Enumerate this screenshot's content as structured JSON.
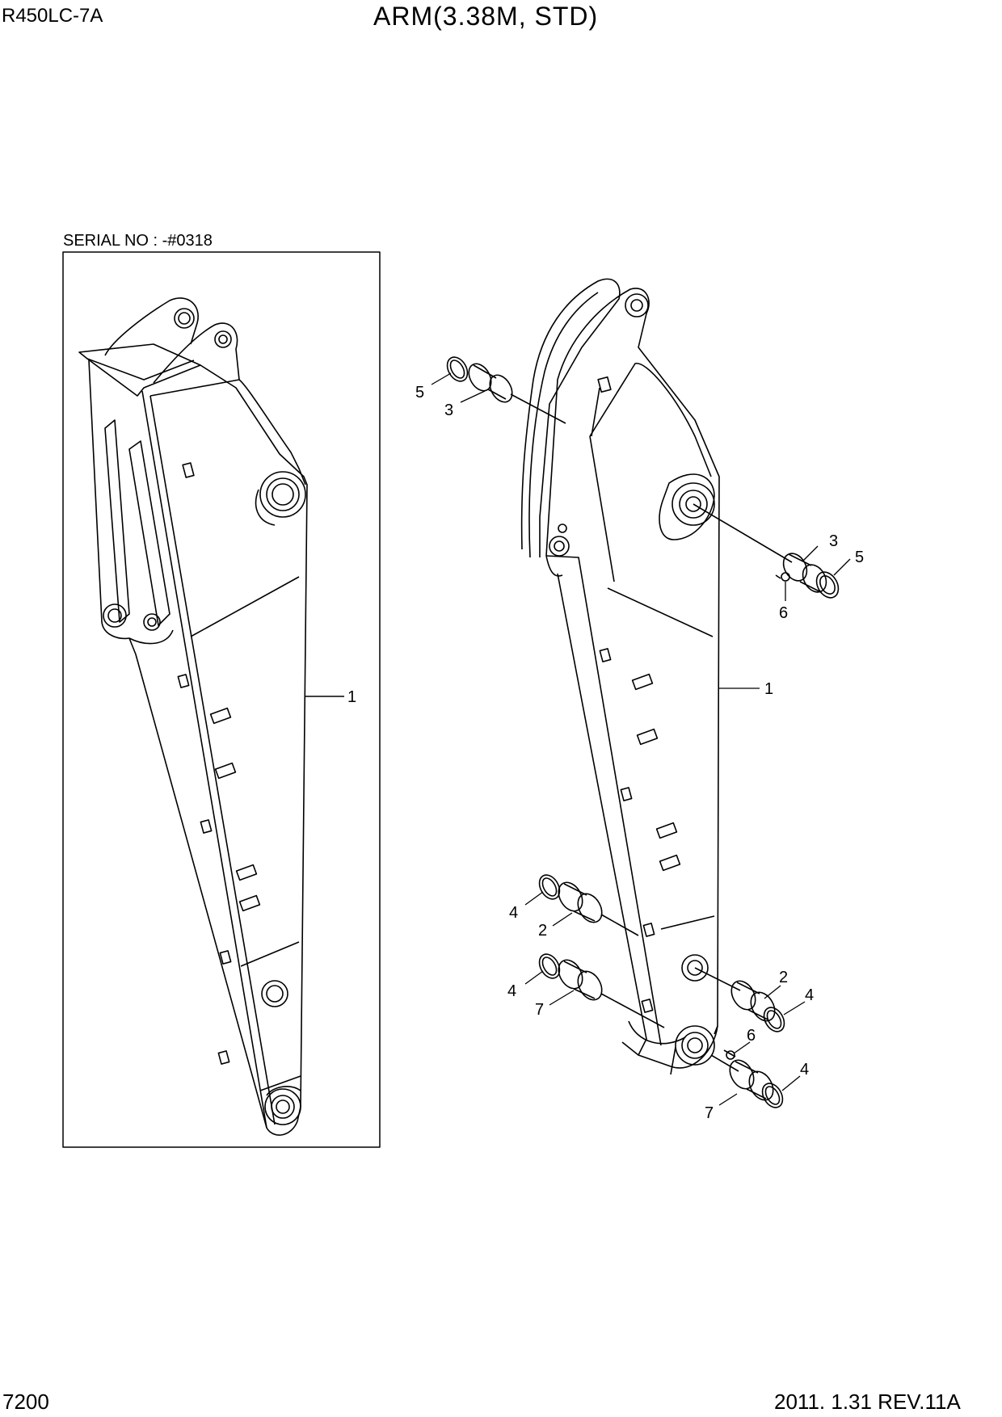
{
  "header": {
    "model": "R450LC-7A",
    "title": "ARM(3.38M, STD)"
  },
  "inset": {
    "serial_label": "SERIAL NO : -#0318",
    "callouts": [
      "1"
    ]
  },
  "main_callouts": [
    "5",
    "3",
    "3",
    "5",
    "6",
    "1",
    "4",
    "2",
    "4",
    "7",
    "2",
    "4",
    "6",
    "4",
    "7"
  ],
  "footer": {
    "page_number": "7200",
    "revision": "2011. 1.31  REV.11A"
  }
}
